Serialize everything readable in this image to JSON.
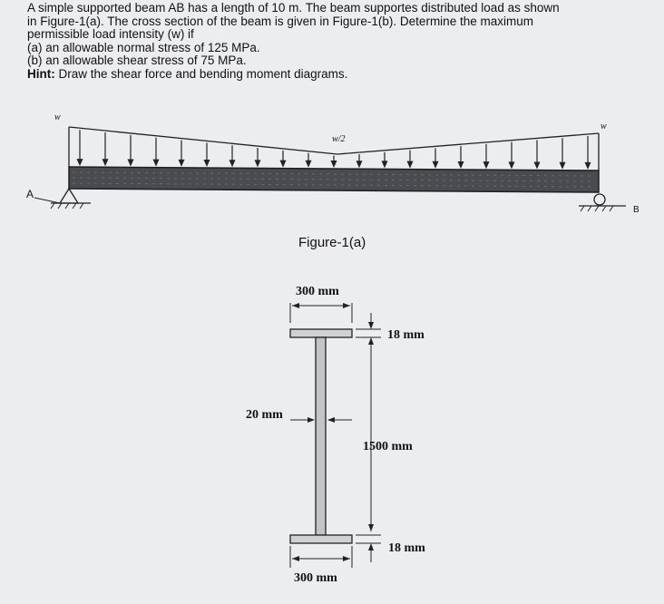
{
  "problem": {
    "line1": "A simple supported beam AB has a length of 10 m. The beam supportes distributed load as shown",
    "line2": "in Figure-1(a). The cross section of the beam is given in Figure-1(b). Determine the maximum",
    "line3": "permissible load intensity (w) if",
    "line4": "(a) an allowable normal stress of 125 MPa.",
    "line5": "(b) an allowable shear stress of 75 MPa.",
    "hint_label": "Hint:",
    "hint_text": " Draw the shear force and bending moment diagrams."
  },
  "figure_a": {
    "caption": "Figure-1(a)",
    "load_left": "w",
    "load_mid": "w/2",
    "load_right": "w",
    "support_left": "A",
    "support_right": "B"
  },
  "figure_b": {
    "top_flange_width": "300 mm",
    "top_flange_thickness": "18 mm",
    "web_thickness": "20 mm",
    "web_height": "1500 mm",
    "bottom_flange_thickness": "18 mm",
    "bottom_flange_width": "300 mm"
  }
}
